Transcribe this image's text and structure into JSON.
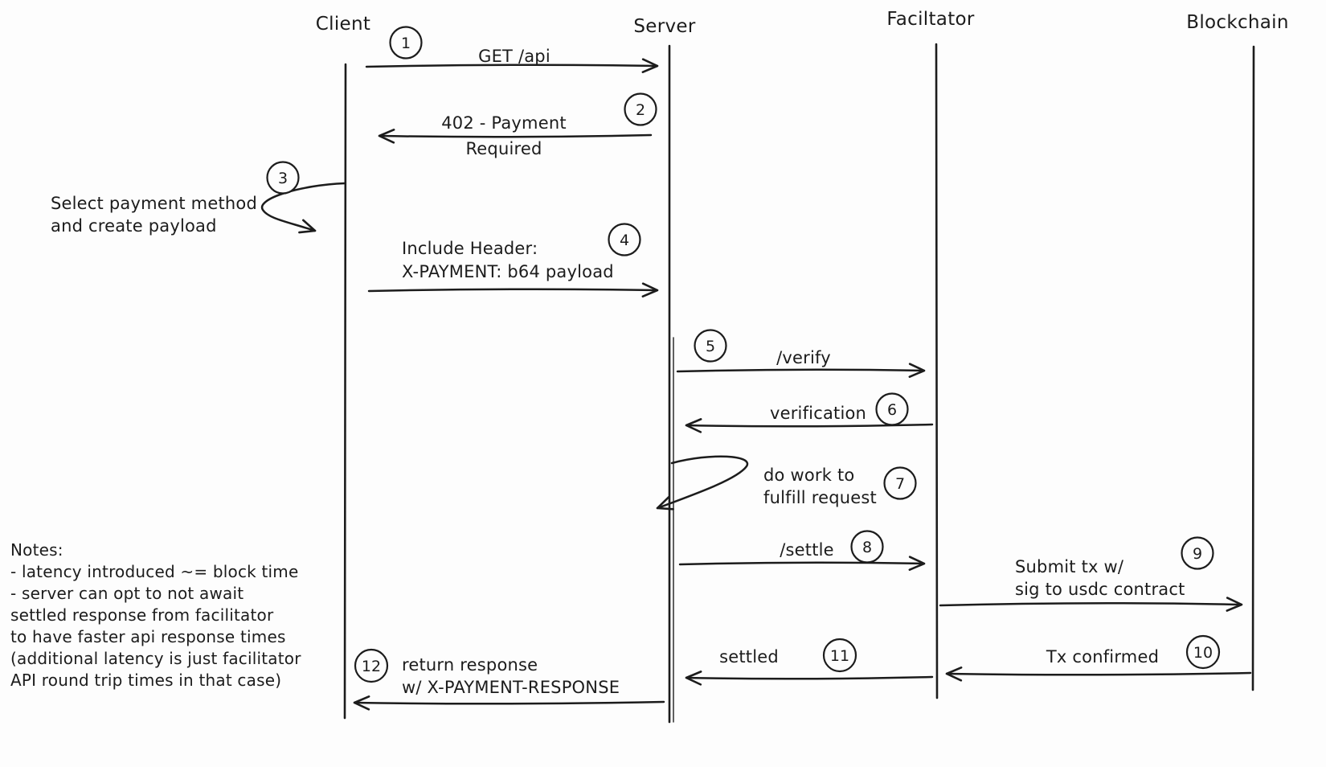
{
  "diagram": {
    "kind": "sequence-diagram",
    "colors": {
      "ink": "#1c1c1c",
      "background": "#fdfdfd"
    },
    "actors": [
      {
        "name": "Client"
      },
      {
        "name": "Server"
      },
      {
        "name": "Faciltator"
      },
      {
        "name": "Blockchain"
      }
    ],
    "steps": [
      {
        "num": "1",
        "lines": [
          "GET /api"
        ],
        "from": "Client",
        "to": "Server",
        "type": "message"
      },
      {
        "num": "2",
        "lines": [
          "402 - Payment",
          "Required"
        ],
        "from": "Server",
        "to": "Client",
        "type": "message"
      },
      {
        "num": "3",
        "lines": [
          "Select payment method",
          "and create payload"
        ],
        "from": "Client",
        "to": "Client",
        "type": "self"
      },
      {
        "num": "4",
        "lines": [
          "Include Header:",
          "X-PAYMENT: b64 payload"
        ],
        "from": "Client",
        "to": "Server",
        "type": "message"
      },
      {
        "num": "5",
        "lines": [
          "/verify"
        ],
        "from": "Server",
        "to": "Faciltator",
        "type": "message"
      },
      {
        "num": "6",
        "lines": [
          "verification"
        ],
        "from": "Faciltator",
        "to": "Server",
        "type": "message"
      },
      {
        "num": "7",
        "lines": [
          "do work to",
          "fulfill request"
        ],
        "from": "Server",
        "to": "Server",
        "type": "self"
      },
      {
        "num": "8",
        "lines": [
          "/settle"
        ],
        "from": "Server",
        "to": "Faciltator",
        "type": "message"
      },
      {
        "num": "9",
        "lines": [
          "Submit tx w/",
          "sig to usdc contract"
        ],
        "from": "Faciltator",
        "to": "Blockchain",
        "type": "message"
      },
      {
        "num": "10",
        "lines": [
          "Tx confirmed"
        ],
        "from": "Blockchain",
        "to": "Faciltator",
        "type": "message"
      },
      {
        "num": "11",
        "lines": [
          "settled"
        ],
        "from": "Faciltator",
        "to": "Server",
        "type": "message"
      },
      {
        "num": "12",
        "lines": [
          "return response",
          "w/ X-PAYMENT-RESPONSE"
        ],
        "from": "Server",
        "to": "Client",
        "type": "message"
      }
    ],
    "notes": {
      "title": "Notes:",
      "lines": [
        "- latency introduced ~= block time",
        "- server can opt to not await",
        "settled response from facilitator",
        "to have faster api response times",
        "(additional latency is just facilitator",
        "API round trip times in that case)"
      ]
    }
  }
}
